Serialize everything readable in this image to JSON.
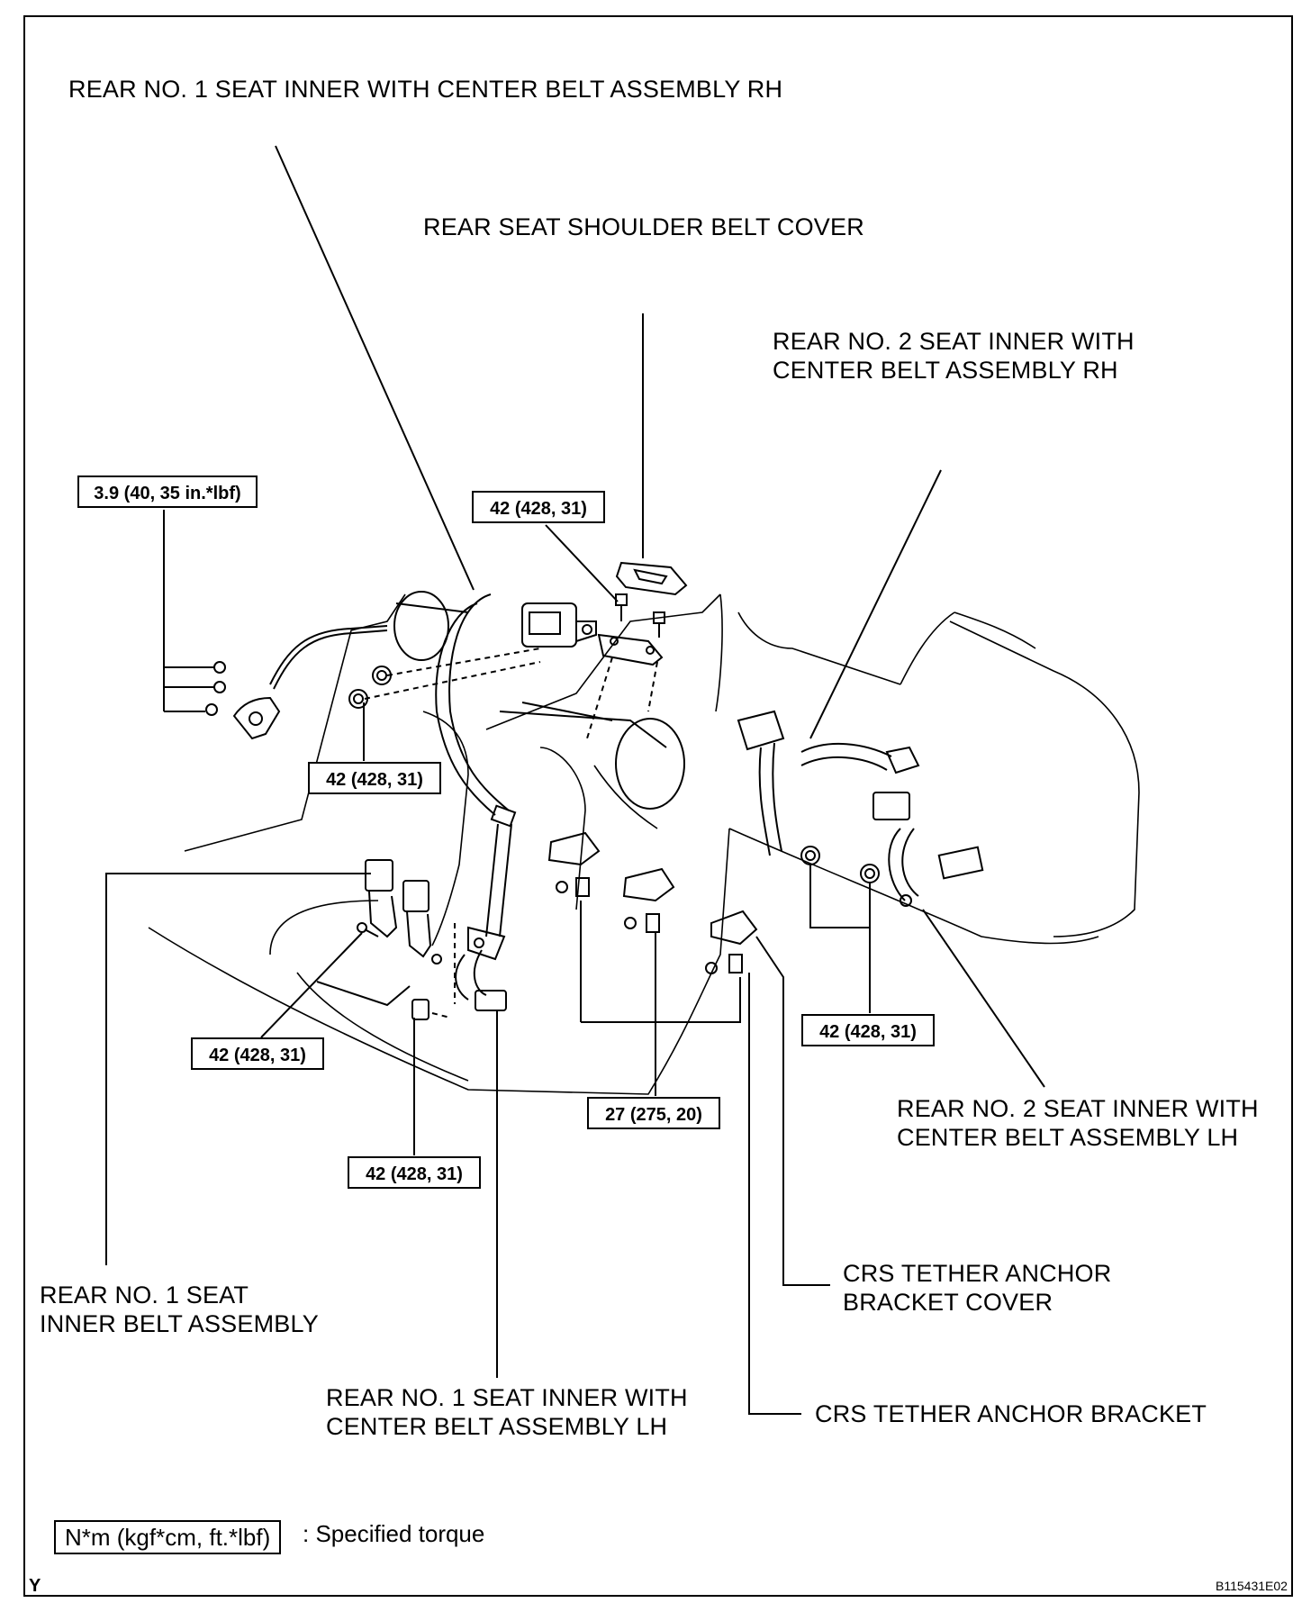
{
  "labels": {
    "rear1_center_rh": "REAR NO. 1 SEAT INNER WITH CENTER BELT ASSEMBLY RH",
    "shoulder_cover": "REAR SEAT SHOULDER BELT COVER",
    "rear2_center_rh": [
      "REAR NO. 2 SEAT INNER WITH",
      "CENTER BELT ASSEMBLY RH"
    ],
    "rear2_center_lh": [
      "REAR NO. 2 SEAT INNER WITH",
      "CENTER BELT ASSEMBLY LH"
    ],
    "rear1_inner": [
      "REAR NO. 1 SEAT",
      "INNER BELT ASSEMBLY"
    ],
    "rear1_center_lh": [
      "REAR NO. 1 SEAT INNER WITH",
      "CENTER BELT ASSEMBLY LH"
    ],
    "crs_cover": [
      "CRS TETHER ANCHOR",
      "BRACKET COVER"
    ],
    "crs_bracket": "CRS TETHER ANCHOR BRACKET"
  },
  "torque": {
    "t_3_9": "3.9 (40, 35 in.*lbf)",
    "t_42_a": "42 (428, 31)",
    "t_42_b": "42 (428, 31)",
    "t_42_c": "42 (428, 31)",
    "t_42_d": "42 (428, 31)",
    "t_42_e": "42 (428, 31)",
    "t_27": "27 (275, 20)"
  },
  "legend": {
    "unit": "N*m (kgf*cm, ft.*lbf)",
    "text": ": Specified torque"
  },
  "footer": {
    "letter": "Y",
    "code": "B115431E02"
  }
}
